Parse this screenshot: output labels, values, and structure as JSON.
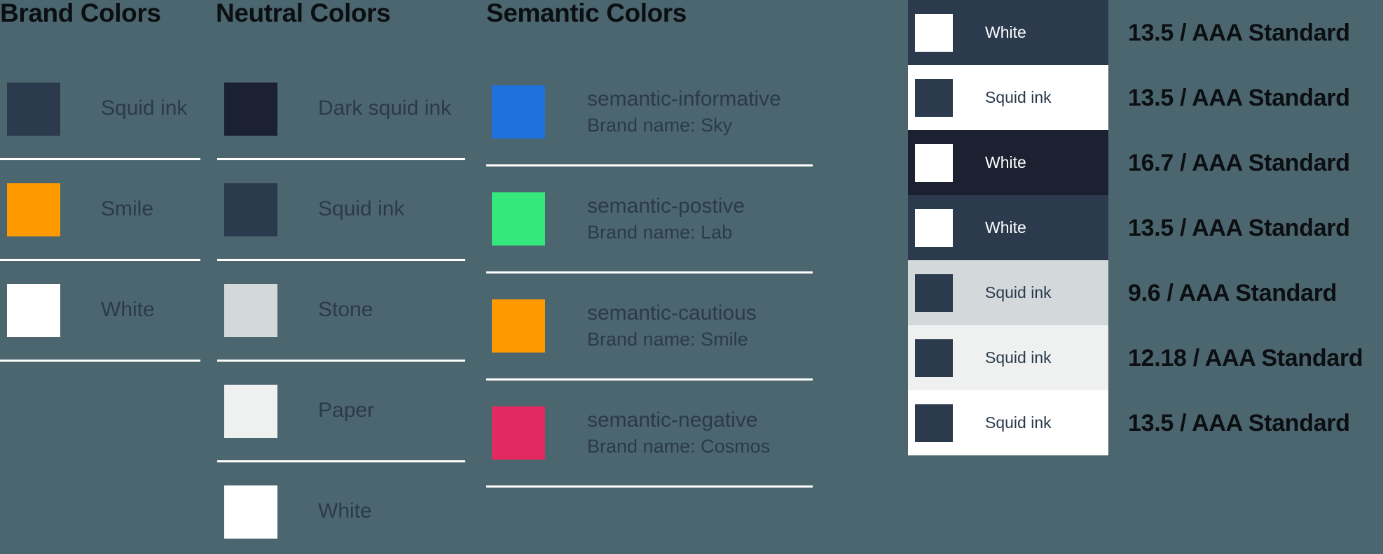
{
  "background_color": "#4c6670",
  "divider_color": "#ffffff",
  "columns": [
    {
      "id": "brand",
      "title": "Brand Colors",
      "swatches": [
        {
          "name": "Squid ink",
          "color": "#2b3a4d",
          "sub": ""
        },
        {
          "name": "Smile",
          "color": "#ff9900",
          "sub": ""
        },
        {
          "name": "White",
          "color": "#ffffff",
          "sub": ""
        }
      ]
    },
    {
      "id": "neutral",
      "title": "Neutral Colors",
      "swatches": [
        {
          "name": "Dark squid ink",
          "color": "#1b2130",
          "sub": ""
        },
        {
          "name": "Squid ink",
          "color": "#2b3a4d",
          "sub": ""
        },
        {
          "name": "Stone",
          "color": "#d3d9db",
          "sub": ""
        },
        {
          "name": "Paper",
          "color": "#eef1f0",
          "sub": ""
        },
        {
          "name": "White",
          "color": "#ffffff",
          "sub": ""
        }
      ]
    },
    {
      "id": "semantic",
      "title": "Semantic Colors",
      "swatches": [
        {
          "name": "semantic-informative",
          "color": "#1f72de",
          "sub": "Brand name: Sky"
        },
        {
          "name": "semantic-postive",
          "color": "#34e87c",
          "sub": "Brand name: Lab"
        },
        {
          "name": "semantic-cautious",
          "color": "#ff9900",
          "sub": "Brand name: Smile"
        },
        {
          "name": "semantic-negative",
          "color": "#e22a60",
          "sub": "Brand name: Cosmos"
        }
      ]
    }
  ],
  "contrast_table": {
    "rows": [
      {
        "background": "#2b3a4d",
        "swatch": "#ffffff",
        "label": "White",
        "label_color": "#ffffff",
        "ratio": "13.5 / AAA Standard"
      },
      {
        "background": "#ffffff",
        "swatch": "#2b3a4d",
        "label": "Squid ink",
        "label_color": "#2b3a4d",
        "ratio": "13.5 / AAA Standard"
      },
      {
        "background": "#1b2130",
        "swatch": "#ffffff",
        "label": "White",
        "label_color": "#ffffff",
        "ratio": "16.7 / AAA Standard"
      },
      {
        "background": "#2b3a4d",
        "swatch": "#ffffff",
        "label": "White",
        "label_color": "#ffffff",
        "ratio": "13.5 / AAA Standard"
      },
      {
        "background": "#d3d9db",
        "swatch": "#2b3a4d",
        "label": "Squid ink",
        "label_color": "#2b3a4d",
        "ratio": "9.6 / AAA Standard"
      },
      {
        "background": "#eef1f0",
        "swatch": "#2b3a4d",
        "label": "Squid ink",
        "label_color": "#2b3a4d",
        "ratio": "12.18 / AAA Standard"
      },
      {
        "background": "#ffffff",
        "swatch": "#2b3a4d",
        "label": "Squid ink",
        "label_color": "#2b3a4d",
        "ratio": "13.5 / AAA Standard"
      }
    ]
  }
}
